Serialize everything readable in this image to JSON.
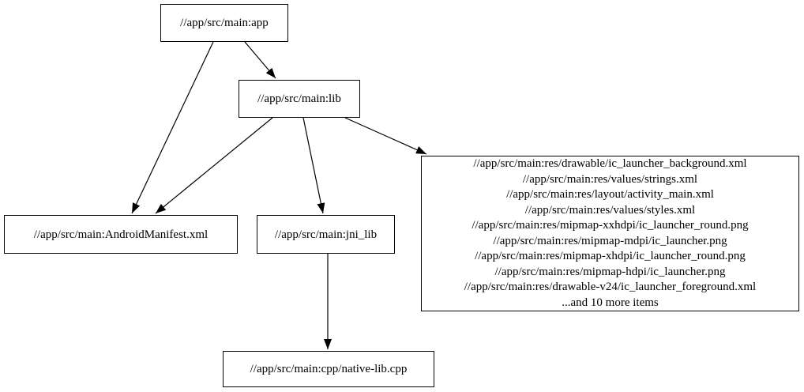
{
  "graph": {
    "background_color": "#ffffff",
    "node_fill_color": "#ffffff",
    "node_border_color": "#000000",
    "edge_color": "#000000",
    "nodes": {
      "app": {
        "label": "//app/src/main:app"
      },
      "lib": {
        "label": "//app/src/main:lib"
      },
      "manifest": {
        "label": "//app/src/main:AndroidManifest.xml"
      },
      "jni_lib": {
        "label": "//app/src/main:jni_lib"
      },
      "native_lib": {
        "label": "//app/src/main:cpp/native-lib.cpp"
      },
      "res_group": {
        "lines": [
          "//app/src/main:res/drawable/ic_launcher_background.xml",
          "//app/src/main:res/values/strings.xml",
          "//app/src/main:res/layout/activity_main.xml",
          "//app/src/main:res/values/styles.xml",
          "//app/src/main:res/mipmap-xxhdpi/ic_launcher_round.png",
          "//app/src/main:res/mipmap-mdpi/ic_launcher.png",
          "//app/src/main:res/mipmap-xhdpi/ic_launcher_round.png",
          "//app/src/main:res/mipmap-hdpi/ic_launcher.png",
          "//app/src/main:res/drawable-v24/ic_launcher_foreground.xml",
          "...and 10 more items"
        ]
      }
    },
    "edges": [
      "app -> AndroidManifest.xml",
      "app -> lib",
      "lib -> AndroidManifest.xml",
      "lib -> jni_lib",
      "lib -> res group",
      "jni_lib -> cpp/native-lib.cpp"
    ]
  }
}
